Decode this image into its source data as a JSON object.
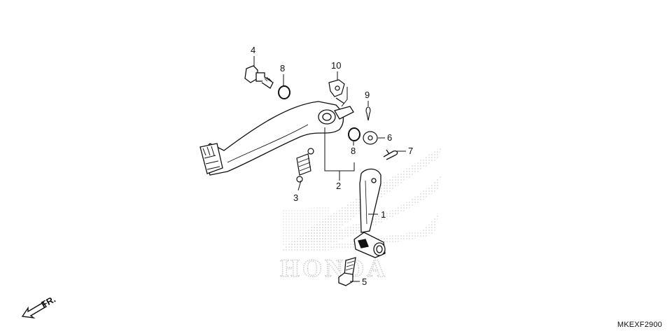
{
  "callouts": {
    "c1": "1",
    "c2": "2",
    "c3": "3",
    "c4": "4",
    "c5": "5",
    "c6": "6",
    "c7": "7",
    "c8a": "8",
    "c8b": "8",
    "c9": "9",
    "c10": "10"
  },
  "direction": {
    "label": "FR."
  },
  "watermark": {
    "text": "HONDA"
  },
  "diagram_code": "MKEXF2900",
  "colors": {
    "line": "#111111",
    "watermark": "#c8c8c8"
  }
}
